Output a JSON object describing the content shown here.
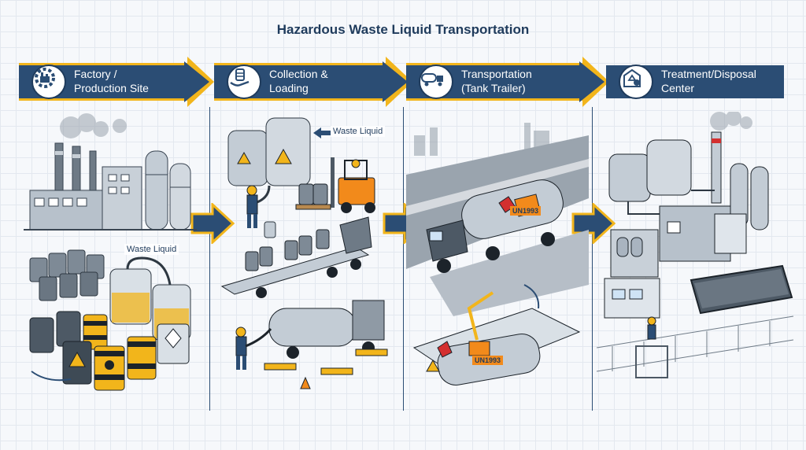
{
  "title": "Hazardous Waste Liquid Transportation",
  "colors": {
    "banner": "#2b4d74",
    "banner_dark": "#1f3b5c",
    "accent_yellow": "#f2b51b",
    "steel": "#a9b4c0",
    "hazard_red": "#d32f2f"
  },
  "stages": [
    {
      "label_line1": "Factory /",
      "label_line2": "Production Site",
      "icon": "factory-gear-icon"
    },
    {
      "label_line1": "Collection &",
      "label_line2": "Loading",
      "icon": "barrel-hand-icon"
    },
    {
      "label_line1": "Transportation",
      "label_line2": "(Tank Trailer)",
      "icon": "tank-truck-icon"
    },
    {
      "label_line1": "Treatment/Disposal",
      "label_line2": "Center",
      "icon": "recycle-building-icon"
    }
  ],
  "callouts": {
    "factory_waste": "Waste Liquid",
    "collection_waste": "Waste Liquid"
  },
  "placards": {
    "un_number": "UN1993"
  }
}
